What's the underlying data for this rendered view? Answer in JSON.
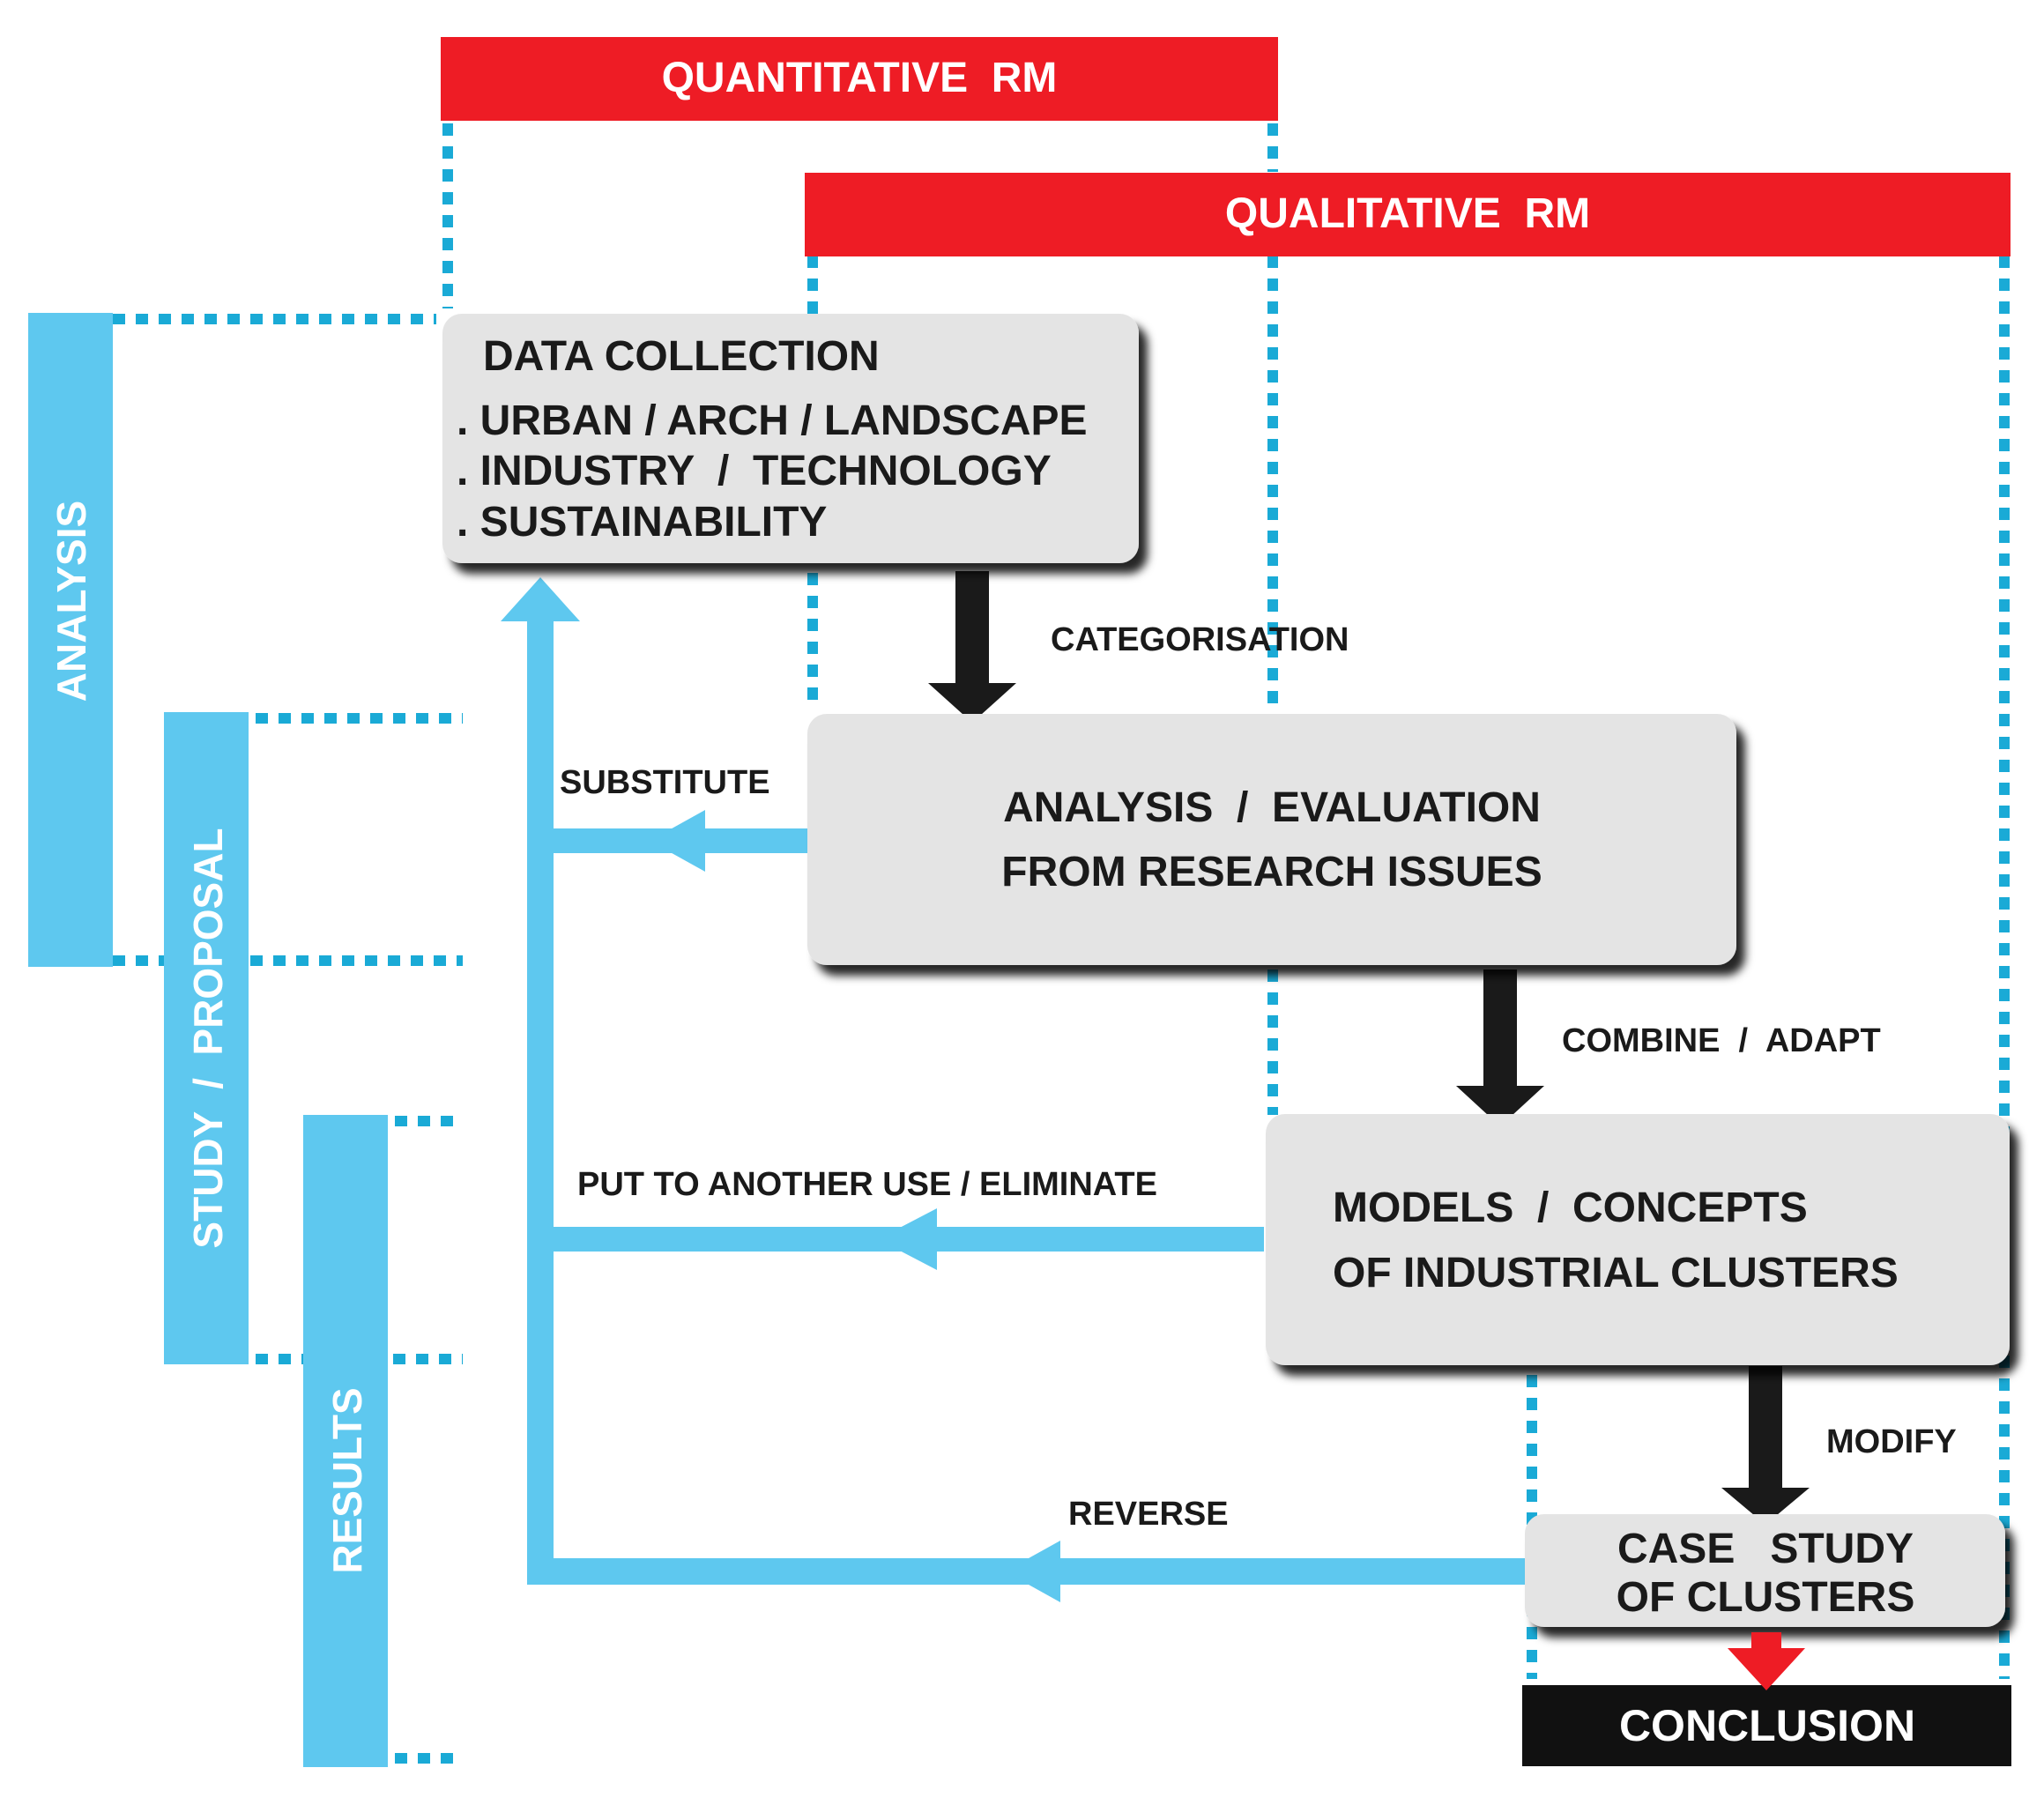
{
  "headers": {
    "quantitative": "QUANTITATIVE  RM",
    "qualitative": "QUALITATIVE  RM"
  },
  "phases": {
    "analysis": "ANALYSIS",
    "study_proposal": "STUDY  /  PROPOSAL",
    "results": "RESULTS"
  },
  "boxes": {
    "data_collection": {
      "title": "DATA COLLECTION",
      "line1": ". URBAN / ARCH / LANDSCAPE",
      "line2": ". INDUSTRY  /  TECHNOLOGY",
      "line3": ". SUSTAINABILITY"
    },
    "analysis_evaluation": {
      "line1": "ANALYSIS  /  EVALUATION",
      "line2": "FROM RESEARCH ISSUES"
    },
    "models_concepts": {
      "line1": "MODELS  /  CONCEPTS",
      "line2": "OF INDUSTRIAL CLUSTERS"
    },
    "case_study": {
      "line1": "CASE   STUDY",
      "line2": "OF CLUSTERS"
    },
    "conclusion": "CONCLUSION"
  },
  "flow_labels": {
    "categorisation": "CATEGORISATION",
    "combine_adapt": "COMBINE  /  ADAPT",
    "modify": "MODIFY",
    "substitute": "SUBSTITUTE",
    "put_to_another_use": "PUT TO ANOTHER USE / ELIMINATE",
    "reverse": "REVERSE"
  },
  "colors": {
    "header_red": "#ee1c25",
    "feedback_blue": "#5ec8ef",
    "dotted_blue": "#1aaad6",
    "box_grey": "#e4e4e4",
    "arrow_black": "#1a1a1a",
    "conclusion_black": "#111111",
    "conclusion_arrow_red": "#ee1c25"
  }
}
